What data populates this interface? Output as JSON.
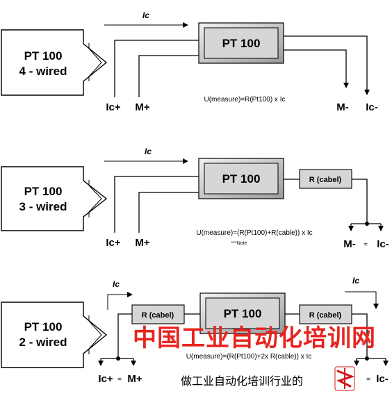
{
  "panels": [
    {
      "source_line1": "PT 100",
      "source_line2": "4 - wired",
      "pt_label": "PT 100",
      "current_label": "Ic",
      "left_terminal_1": "Ic+",
      "left_terminal_2": "M+",
      "right_terminal_1": "M-",
      "right_terminal_2": "Ic-",
      "formula": "U(measure)=R(Pt100) x Ic"
    },
    {
      "source_line1": "PT 100",
      "source_line2": "3 - wired",
      "pt_label": "PT 100",
      "current_label": "Ic",
      "left_terminal_1": "Ic+",
      "left_terminal_2": "M+",
      "right_terminal_1": "M-",
      "equals": "=",
      "right_terminal_2": "Ic-",
      "resistor_right": "R (cabel)",
      "formula": "U(measure)=(R(Pt100)+R(cable)) x Ic",
      "note": "***Note"
    },
    {
      "source_line1": "PT 100",
      "source_line2": "2 - wired",
      "pt_label": "PT 100",
      "current_label_left": "Ic",
      "current_label_right": "Ic",
      "left_terminal_1": "Ic+",
      "left_equals": "=",
      "left_terminal_2": "M+",
      "right_equals": "=",
      "right_terminal_2": "Ic-",
      "resistor_left": "R (cabel)",
      "resistor_right": "R (cabel)",
      "formula": "U(measure)=(R(Pt100)+2x R(cable)) x Ic"
    }
  ],
  "watermark": {
    "main": "中国工业自动化培训网",
    "sub": "做工业自动化培训行业的"
  }
}
